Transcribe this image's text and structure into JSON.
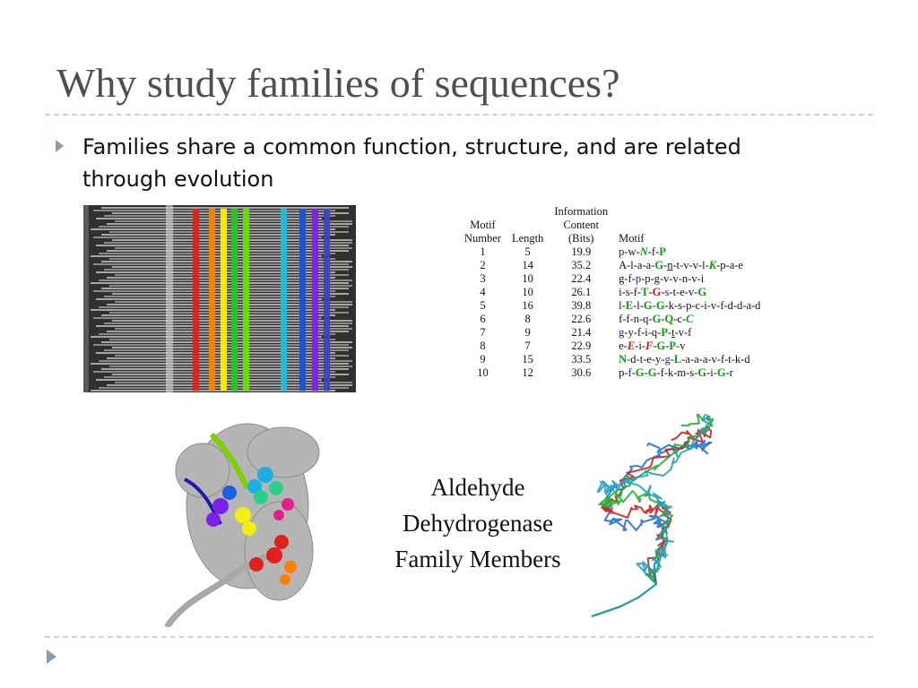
{
  "slide": {
    "title": "Why study families of sequences?",
    "bullet": "Families share a common function, structure, and are related through evolution",
    "caption_lines": [
      "Aldehyde",
      "Dehydrogenase",
      "Family Members"
    ]
  },
  "motif_table": {
    "headers": {
      "number": [
        "Motif",
        "Number"
      ],
      "length": [
        "Length"
      ],
      "info": [
        "Information",
        "Content",
        "(Bits)"
      ],
      "motif": [
        "Motif"
      ]
    },
    "rows": [
      {
        "number": "1",
        "length": "5",
        "bits": "19.9",
        "motif": [
          {
            "t": "p",
            "c": "blue"
          },
          {
            "t": "-w-"
          },
          {
            "t": "N",
            "c": "ital-green"
          },
          {
            "t": "-f-"
          },
          {
            "t": "P",
            "c": "green"
          }
        ]
      },
      {
        "number": "2",
        "length": "14",
        "bits": "35.2",
        "motif": [
          {
            "t": "A-l-a-a-"
          },
          {
            "t": "G",
            "c": "green"
          },
          {
            "t": "-"
          },
          {
            "t": "n",
            "c": "u"
          },
          {
            "t": "-t-v-v-l-"
          },
          {
            "t": "K",
            "c": "ital-green"
          },
          {
            "t": "-p-a-e"
          }
        ]
      },
      {
        "number": "3",
        "length": "10",
        "bits": "22.4",
        "motif": [
          {
            "t": "g-f-"
          },
          {
            "t": "p",
            "c": "blue"
          },
          {
            "t": "-p-g-v-v-n-v-i"
          }
        ]
      },
      {
        "number": "4",
        "length": "10",
        "bits": "26.1",
        "motif": [
          {
            "t": "i-s-f-"
          },
          {
            "t": "T",
            "c": "green"
          },
          {
            "t": "-"
          },
          {
            "t": "G",
            "c": "red"
          },
          {
            "t": "-"
          },
          {
            "t": "s",
            "c": "blue"
          },
          {
            "t": "-t-e-v-"
          },
          {
            "t": "G",
            "c": "green"
          }
        ]
      },
      {
        "number": "5",
        "length": "16",
        "bits": "39.8",
        "motif": [
          {
            "t": "l-"
          },
          {
            "t": "E",
            "c": "green"
          },
          {
            "t": "-l-"
          },
          {
            "t": "G",
            "c": "green"
          },
          {
            "t": "-"
          },
          {
            "t": "G",
            "c": "green"
          },
          {
            "t": "-k-s-p-c-i-v-f-d-d-a-d"
          }
        ]
      },
      {
        "number": "6",
        "length": "8",
        "bits": "22.6",
        "motif": [
          {
            "t": "f-f-n-q-"
          },
          {
            "t": "G",
            "c": "green"
          },
          {
            "t": "-"
          },
          {
            "t": "Q",
            "c": "green"
          },
          {
            "t": "-c-"
          },
          {
            "t": "C",
            "c": "ital-green"
          }
        ]
      },
      {
        "number": "7",
        "length": "9",
        "bits": "21.4",
        "motif": [
          {
            "t": "g",
            "c": "blue"
          },
          {
            "t": "-y-f-i-q-"
          },
          {
            "t": "P",
            "c": "green"
          },
          {
            "t": "-"
          },
          {
            "t": "t",
            "c": "u"
          },
          {
            "t": "-v-f"
          }
        ]
      },
      {
        "number": "8",
        "length": "7",
        "bits": "22.9",
        "motif": [
          {
            "t": "e-"
          },
          {
            "t": "E",
            "c": "ital-red"
          },
          {
            "t": "-i-"
          },
          {
            "t": "F",
            "c": "ital-red"
          },
          {
            "t": "-"
          },
          {
            "t": "G",
            "c": "green"
          },
          {
            "t": "-"
          },
          {
            "t": "P",
            "c": "green"
          },
          {
            "t": "-v"
          }
        ]
      },
      {
        "number": "9",
        "length": "15",
        "bits": "33.5",
        "motif": [
          {
            "t": "N",
            "c": "green"
          },
          {
            "t": "-d-t-e-y-"
          },
          {
            "t": "g",
            "c": "blue"
          },
          {
            "t": "-"
          },
          {
            "t": "L",
            "c": "green"
          },
          {
            "t": "-a-a-a-v-f-t-k-d"
          }
        ]
      },
      {
        "number": "10",
        "length": "12",
        "bits": "30.6",
        "motif": [
          {
            "t": "p-"
          },
          {
            "t": "f",
            "c": "blue"
          },
          {
            "t": "-"
          },
          {
            "t": "G",
            "c": "green"
          },
          {
            "t": "-"
          },
          {
            "t": "G",
            "c": "green"
          },
          {
            "t": "-f-k-m-s-"
          },
          {
            "t": "G",
            "c": "green"
          },
          {
            "t": "-i-"
          },
          {
            "t": "G",
            "c": "green"
          },
          {
            "t": "-r"
          }
        ]
      }
    ]
  },
  "alignment_image": {
    "icon": "multiple-sequence-alignment-image",
    "motif_column_colors": [
      "#e0201c",
      "#ff7f00",
      "#ffee00",
      "#22c81c",
      "#66e000",
      "#1abfdc",
      "#1a4fd8",
      "#7c22e6",
      "#4040c0"
    ]
  },
  "structures": {
    "left_icon": "ribbon-protein-structure-image",
    "right_icon": "superimposed-backbone-trace-image",
    "trace_colors": [
      "#1f6fd0",
      "#d02020",
      "#20b030",
      "#1fa0c0"
    ]
  },
  "colors": {
    "title": "#4f4f4f",
    "rule": "#c9d3de",
    "bullet": "#8a9db0",
    "motif_blue": "#1616c8",
    "motif_green": "#0a9d0a",
    "motif_red": "#d41616"
  }
}
